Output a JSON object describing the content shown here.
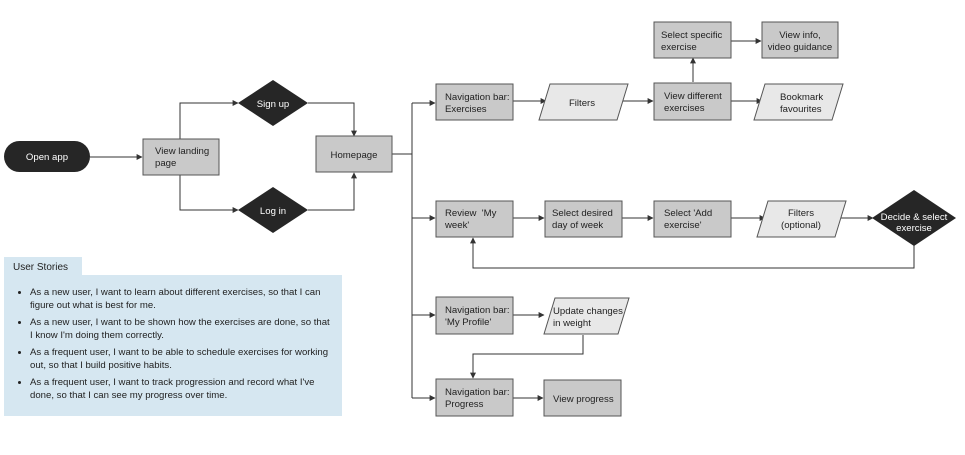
{
  "diagram": {
    "nodes": {
      "open_app": "Open app",
      "view_landing": [
        "View landing",
        "page"
      ],
      "sign_up": "Sign up",
      "log_in": "Log in",
      "homepage": "Homepage",
      "nav_exercises": [
        "Navigation bar:",
        "Exercises"
      ],
      "filters": "Filters",
      "view_different": [
        "View different",
        "exercises"
      ],
      "select_specific": [
        "Select specific",
        "exercise"
      ],
      "view_info": [
        "View info,",
        "video guidance"
      ],
      "bookmark": [
        "Bookmark",
        "favourites"
      ],
      "review_week": [
        "Review  'My",
        "week'"
      ],
      "select_day": [
        "Select desired",
        "day of week"
      ],
      "select_add": [
        "Select 'Add",
        "exercise'"
      ],
      "filters_optional": [
        "Filters",
        "(optional)"
      ],
      "decide_select": [
        "Decide & select",
        "exercise"
      ],
      "nav_profile": [
        "Navigation bar:",
        "'My Profile'"
      ],
      "update_changes": [
        "Update changes",
        "in weight"
      ],
      "nav_progress": [
        "Navigation bar:",
        "Progress"
      ],
      "view_progress": "View progress"
    },
    "colors": {
      "dark": "#262626",
      "process": "#c9c9c9",
      "io": "#e8e8e8",
      "stroke": "#444444"
    }
  },
  "user_stories": {
    "title": "User Stories",
    "items": [
      "As a new user, I want to learn about different exercises, so that I can figure out what is best for me.",
      "As a new user, I want to be shown how the exercises are done, so that I know I'm doing them correctly.",
      "As a frequent user, I want to be able to schedule exercises for working out, so that I build positive habits.",
      "As a frequent user, I want to track progression and record what I've done, so that I can see my progress over time."
    ]
  }
}
